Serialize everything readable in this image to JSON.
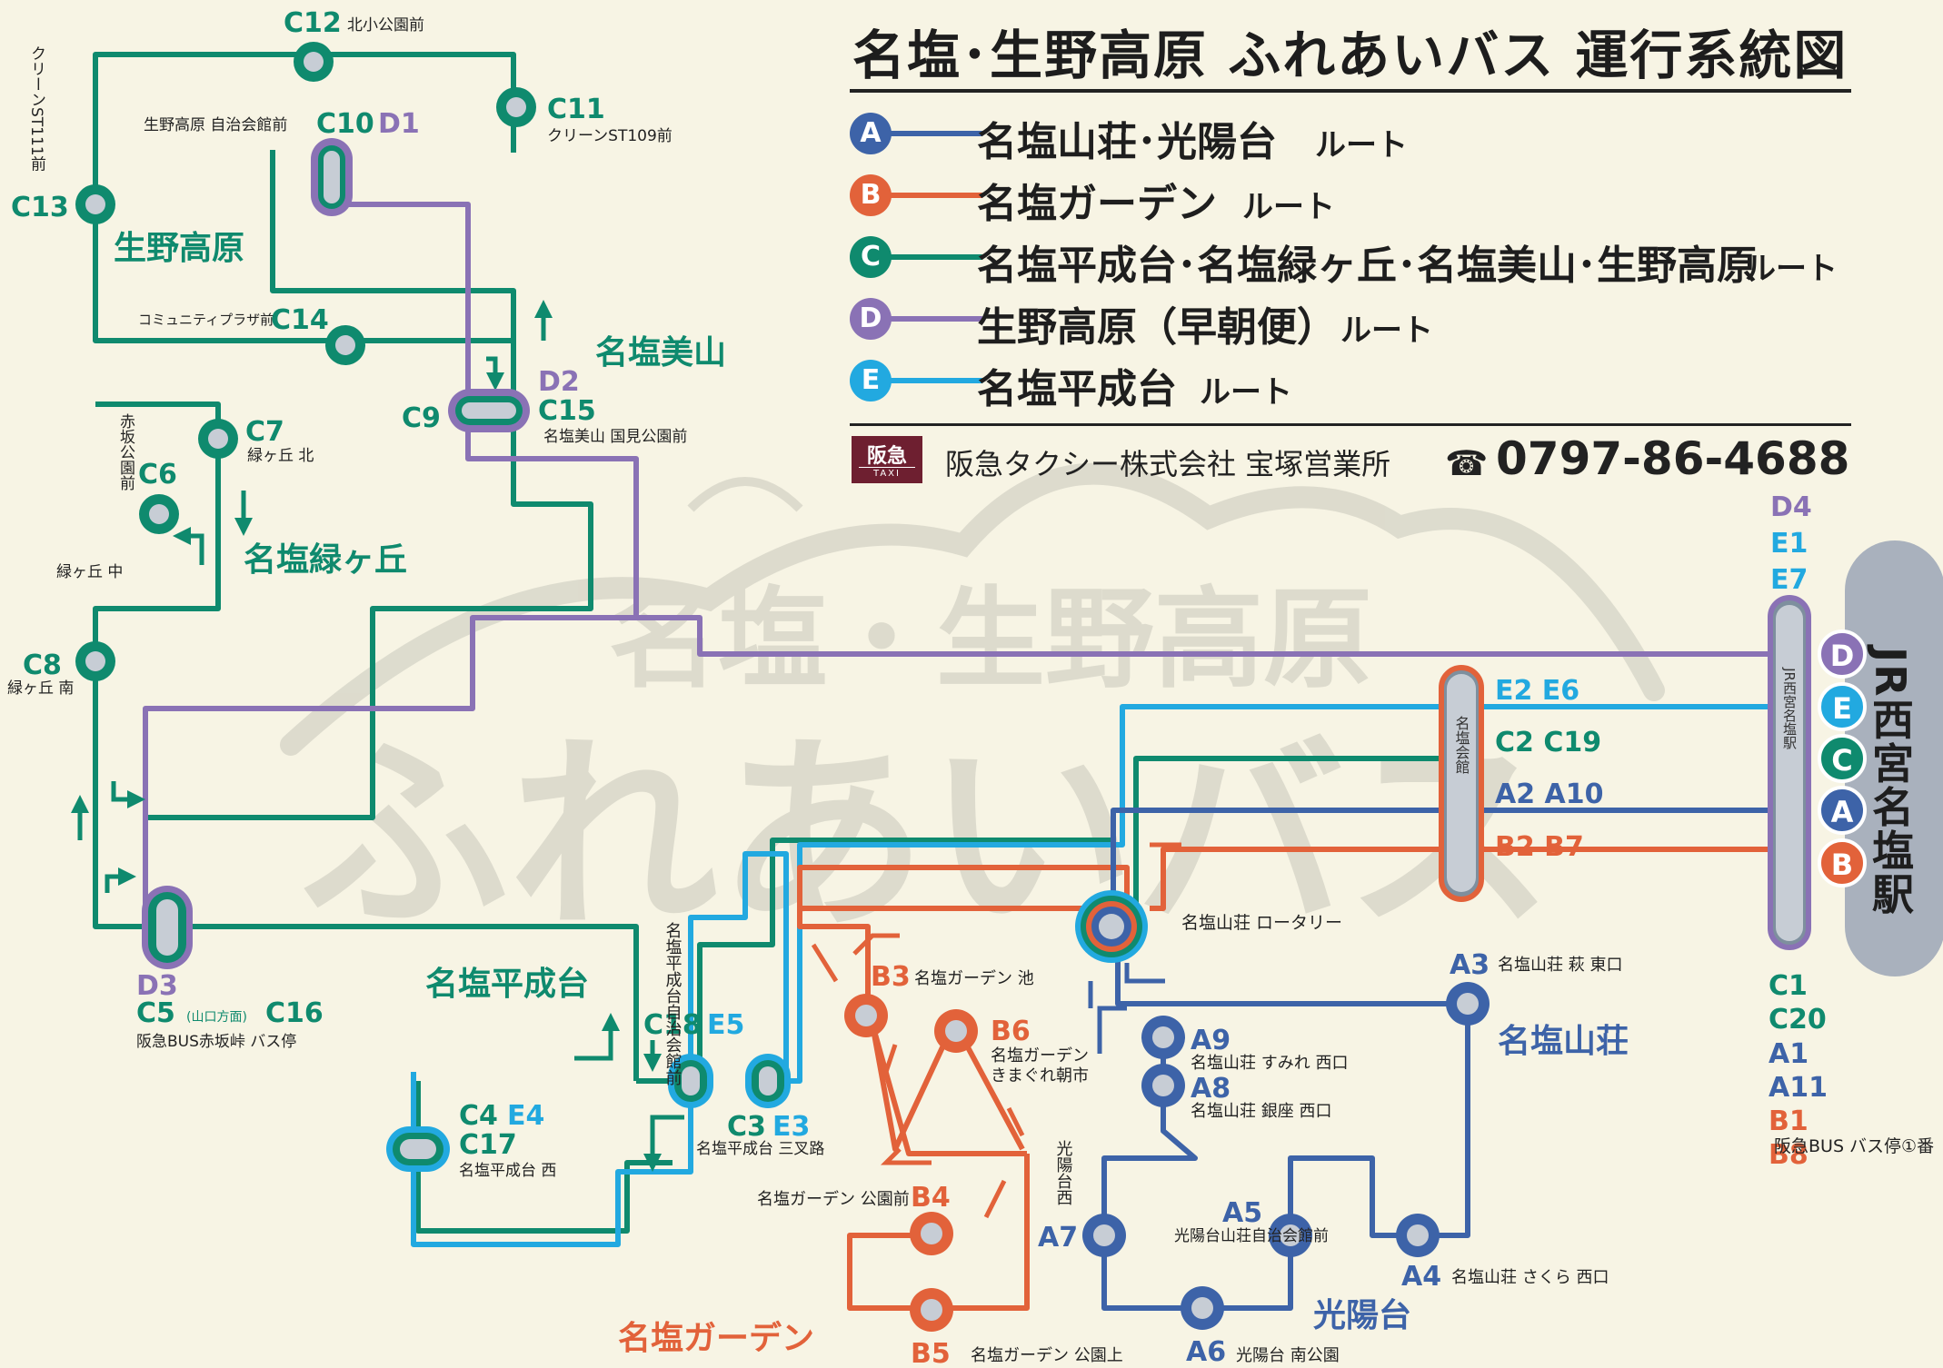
{
  "title": "名塩･生野高原 ふれあいバス 運行系統図",
  "colors": {
    "A": "#3d63a8",
    "B": "#e2623a",
    "C": "#0f8a6e",
    "D": "#8a72b5",
    "E": "#22a9e0",
    "bg": "#f7f4e4",
    "watermark": "#c9c8bc"
  },
  "legend": [
    {
      "letter": "A",
      "name": "名塩山荘･光陽台",
      "suffix": "ルート"
    },
    {
      "letter": "B",
      "name": "名塩ガーデン",
      "suffix": "ルート"
    },
    {
      "letter": "C",
      "name": "名塩平成台･名塩緑ヶ丘･名塩美山･生野高原",
      "suffix": "ルート"
    },
    {
      "letter": "D",
      "name": "生野高原（早朝便）",
      "suffix": "ルート"
    },
    {
      "letter": "E",
      "name": "名塩平成台",
      "suffix": "ルート"
    }
  ],
  "taxi": {
    "logo_text": "阪急",
    "logo_sub": "TAXI",
    "company": "阪急タクシー株式会社 宝塚営業所",
    "phone_icon": "phone-icon",
    "phone": "0797-86-4688"
  },
  "watermark": {
    "line1": "名塩・生野高原",
    "line2": "ふれあいバス"
  },
  "areas": {
    "ikuno": "生野高原",
    "miyama": "名塩美山",
    "midorigaoka": "名塩緑ヶ丘",
    "heiseidai": "名塩平成台",
    "sanso": "名塩山荘",
    "koyodai": "光陽台",
    "garden": "名塩ガーデン"
  },
  "station": {
    "name": "JR西宮名塩駅",
    "stop_label": "JR西宮名塩駅",
    "kaikan_label": "名塩会館",
    "top_codes": [
      {
        "t": "D4",
        "c": "D"
      },
      {
        "t": "E1",
        "c": "E"
      },
      {
        "t": "E7",
        "c": "E"
      }
    ],
    "bottom_codes": [
      {
        "t": "C1",
        "c": "C"
      },
      {
        "t": "C20",
        "c": "C"
      },
      {
        "t": "A1",
        "c": "A"
      },
      {
        "t": "A11",
        "c": "A"
      },
      {
        "t": "B1",
        "c": "B"
      },
      {
        "t": "B8",
        "c": "B"
      }
    ],
    "stop_note": "阪急BUS バス停①番",
    "badges": [
      "D",
      "E",
      "C",
      "A",
      "B"
    ]
  },
  "kaikan_codes": [
    {
      "t": "E2 E6",
      "c": "E"
    },
    {
      "t": "C2 C19",
      "c": "C"
    },
    {
      "t": "A2 A10",
      "c": "A"
    },
    {
      "t": "B2 B7",
      "c": "B"
    }
  ],
  "rotary": "名塩山荘 ロータリー",
  "stops": {
    "C12": {
      "code": "C12",
      "name": "北小公園前"
    },
    "C11": {
      "code": "C11",
      "name": "クリーンST109前"
    },
    "C10": {
      "code": "C10",
      "code2": "D1",
      "name": "生野高原 自治会館前"
    },
    "C13": {
      "code": "C13",
      "name": "クリーンST111前"
    },
    "C14": {
      "code": "C14",
      "name": "コミュニティプラザ前"
    },
    "C9": {
      "code": "C9"
    },
    "C15": {
      "code": "C15",
      "code2": "D2",
      "name": "名塩美山 国見公園前"
    },
    "C7": {
      "code": "C7",
      "name": "緑ヶ丘 北"
    },
    "C6": {
      "code": "C6",
      "name": "赤坂公園前"
    },
    "mid": {
      "name": "緑ヶ丘 中"
    },
    "C8": {
      "code": "C8",
      "name": "緑ヶ丘 南"
    },
    "C5": {
      "code": "D3",
      "code2": "C5",
      "sub": "(山口方面)",
      "code3": "C16",
      "name": "阪急BUS赤坂峠 バス停"
    },
    "C18": {
      "code": "C18",
      "code2": "E5",
      "name": "名塩平成台自治会館前"
    },
    "C3": {
      "code": "C3",
      "code2": "E3",
      "name": "名塩平成台 三叉路"
    },
    "C4": {
      "code": "C4",
      "code2": "E4",
      "code3": "C17",
      "name": "名塩平成台 西"
    },
    "B3": {
      "code": "B3",
      "name": "名塩ガーデン 池"
    },
    "B6": {
      "code": "B6",
      "name": "名塩ガーデン",
      "name2": "きまぐれ朝市"
    },
    "B4": {
      "code": "B4",
      "name": "名塩ガーデン 公園前"
    },
    "B5": {
      "code": "B5",
      "name": "名塩ガーデン 公園上"
    },
    "A3": {
      "code": "A3",
      "name": "名塩山荘 萩 東口"
    },
    "A9": {
      "code": "A9",
      "name": "名塩山荘 すみれ 西口"
    },
    "A8": {
      "code": "A8",
      "name": "名塩山荘 銀座 西口"
    },
    "A7": {
      "code": "A7",
      "name": "光陽台西"
    },
    "A5": {
      "code": "A5",
      "name": "光陽台山荘自治会館前"
    },
    "A6": {
      "code": "A6",
      "name": "光陽台 南公園"
    },
    "A4": {
      "code": "A4",
      "name": "名塩山荘 さくら 西口"
    }
  }
}
